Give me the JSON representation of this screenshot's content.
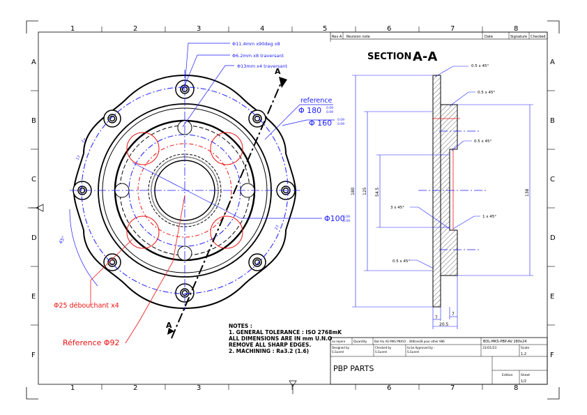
{
  "frame": {
    "columns": [
      "1",
      "2",
      "3",
      "4",
      "5",
      "6",
      "7",
      "8"
    ],
    "rows": [
      "A",
      "B",
      "C",
      "D",
      "E",
      "F"
    ]
  },
  "revision_table": {
    "rev_header": "Rev A",
    "note_header": "Revision note",
    "date_header": "Date",
    "signature_header": "Signature",
    "checked_header": "Checked"
  },
  "section": {
    "title": "SECTION",
    "name": "A-A",
    "cut_label": "A"
  },
  "front_view": {
    "callouts": {
      "holes_x8_counterbore": "Φ11.4mm x90deg x8",
      "holes_x8_through": "Φ6.2mm x8 traversant",
      "holes_x4_through": "Φ13mm x4 traversant",
      "reference": "reference",
      "dia_180": "Φ 180",
      "dia_180_tol_upper": "0.09",
      "dia_180_tol_lower": "0.09",
      "dia_160": "Φ 160",
      "dia_160_tol_upper": "0.09",
      "dia_160_tol_lower": "0.09",
      "dia_100": "Φ100",
      "dia_100_tol_upper": "0.09",
      "dia_100_tol_lower": "0.09",
      "angle_45": "45°",
      "small_dim_1": "17",
      "small_dim_2": "17",
      "small_dim_3": "27",
      "through_25": "Φ25 débouchant x4",
      "reference_92": "Réference Φ92"
    }
  },
  "section_view": {
    "chamfer_top": "0.5 x 45°",
    "chamfer_mid": "0.5 x 45°",
    "chamfer_inner": "0.5 x 45°",
    "chamfer_3x45": "3 x 45°",
    "chamfer_1x45": "1 x 45°",
    "chamfer_bottom": "0.5 x 45°",
    "dim_180": "180",
    "dim_125": "125",
    "dim_54_5": "54.5",
    "dim_138": "138",
    "dim_7a": "7",
    "dim_7b": "7",
    "dim_20_5": "20.5"
  },
  "notes": {
    "title": "NOTES :",
    "line1": "1. GENERAL TOLERANCE : ISO 2768mK",
    "line2": "ALL DIMENSIONS ARE IN mm U.N.O",
    "line3": "REMOVE ALL SHARP EDGES.",
    "line4": "2. MACHINING : Ra3.2 (1.6)"
  },
  "title_block": {
    "no_repere": "no repere",
    "quantity": "Quantity",
    "material_text": "Bat Alu AS MKS PNXV2 . 308/ine28 pour other 986",
    "drawing_number": "BOL-MKS-PBP-AV 280x24",
    "designed_by_label": "Designed by",
    "designed_by_name": "S.Guerel",
    "checked_by_label": "Checked by",
    "checked_by_name": "S.Guerel",
    "approved_by_label": "to be Approved by -",
    "approved_by_name": "S.Guerel",
    "date": "31/01/23",
    "scale_label": "Scale",
    "scale_value": "1:2",
    "company": "PBP PARTS",
    "edition_label": "Edition",
    "sheet_label": "Sheet",
    "sheet_value": "1/2"
  }
}
